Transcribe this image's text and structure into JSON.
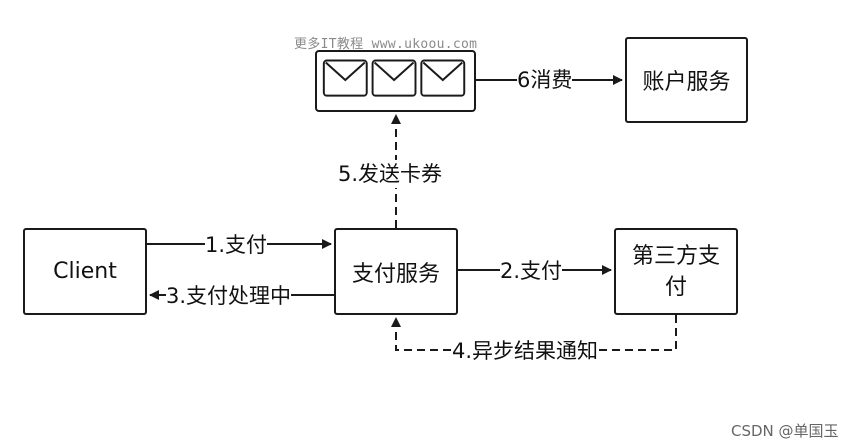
{
  "watermark_top": "更多IT教程 www.ukoou.com",
  "watermark_bottom": "CSDN @单国玉",
  "nodes": {
    "client": "Client",
    "pay_service": "支付服务",
    "third_party": "第三方支付",
    "account_service": "账户服务",
    "message_queue_icon": "envelope-icon"
  },
  "edges": {
    "e1": "1.支付",
    "e2": "2.支付",
    "e3": "3.支付处理中",
    "e4": "4.异步结果通知",
    "e5": "5.发送卡券",
    "e6": "6消费"
  },
  "colors": {
    "stroke": "#1a1a1a",
    "text": "#111111",
    "watermark": "#8a8a8a"
  }
}
